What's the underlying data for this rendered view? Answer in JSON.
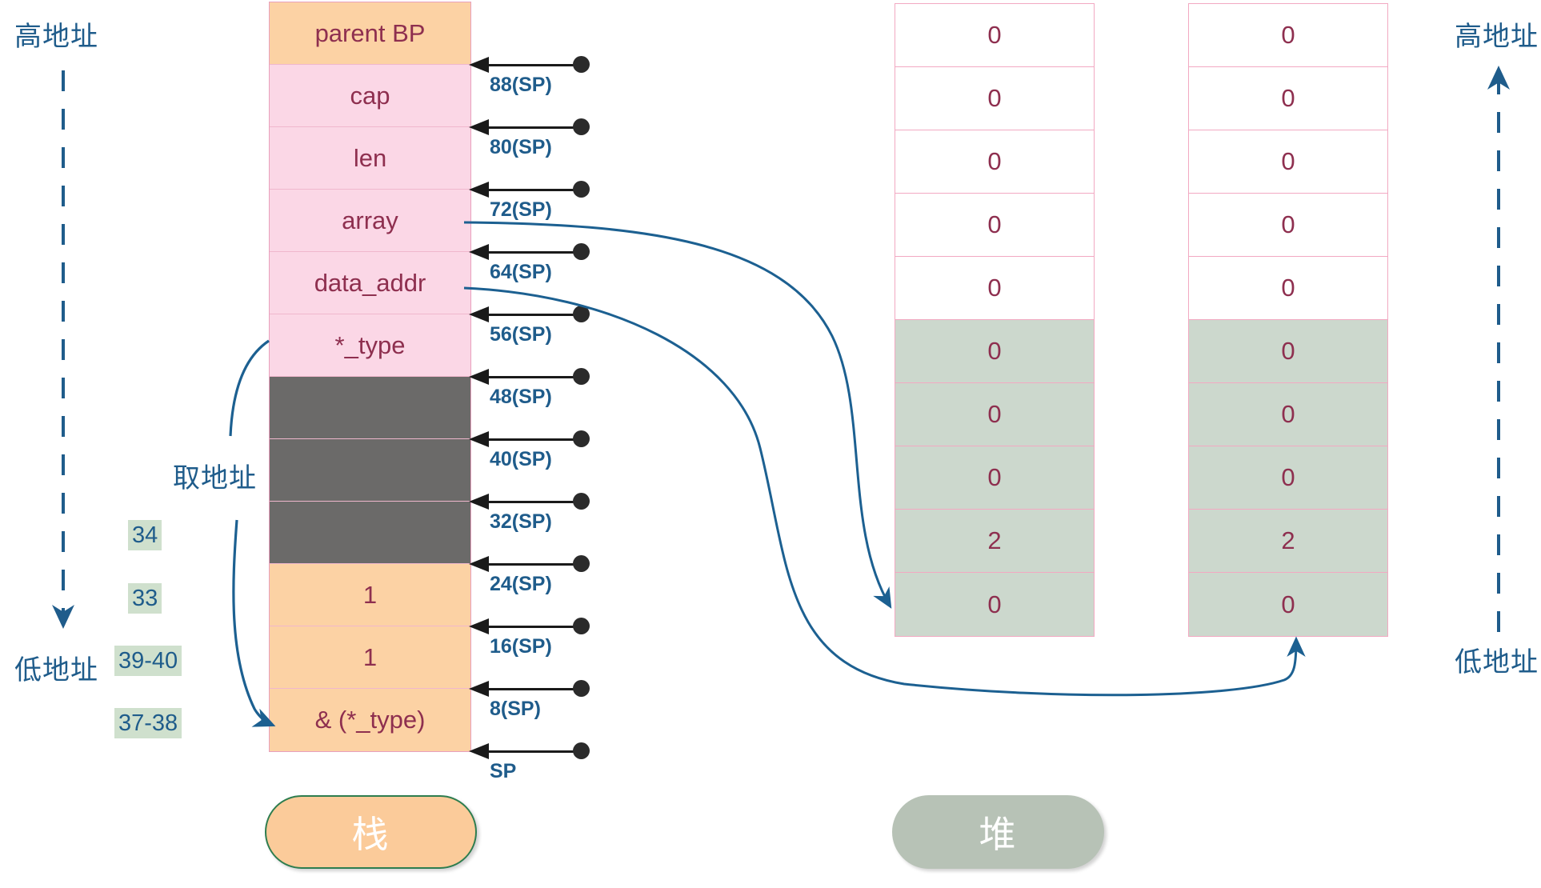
{
  "axes": {
    "left": {
      "high_label": "高地址",
      "low_label": "低地址",
      "direction": "down"
    },
    "right": {
      "high_label": "高地址",
      "low_label": "低地址",
      "direction": "up"
    }
  },
  "annotations": {
    "take_address_label": "取地址",
    "line_numbers": [
      "34",
      "33",
      "39-40",
      "37-38"
    ]
  },
  "stack": {
    "title": "栈",
    "cells": [
      {
        "label": "parent BP",
        "fill": "orange"
      },
      {
        "label": "cap",
        "fill": "pink"
      },
      {
        "label": "len",
        "fill": "pink"
      },
      {
        "label": "array",
        "fill": "pink"
      },
      {
        "label": "data_addr",
        "fill": "pink"
      },
      {
        "label": "*_type",
        "fill": "pink"
      },
      {
        "label": "",
        "fill": "gray"
      },
      {
        "label": "",
        "fill": "gray"
      },
      {
        "label": "",
        "fill": "gray"
      },
      {
        "label": "1",
        "fill": "orange"
      },
      {
        "label": "1",
        "fill": "orange"
      },
      {
        "label": "& (*_type)",
        "fill": "orange"
      }
    ],
    "sp_offsets": [
      "88(SP)",
      "80(SP)",
      "72(SP)",
      "64(SP)",
      "56(SP)",
      "48(SP)",
      "40(SP)",
      "32(SP)",
      "24(SP)",
      "16(SP)",
      "8(SP)",
      "SP"
    ]
  },
  "heap": {
    "title": "堆",
    "columns": [
      {
        "name": "heap-column-1",
        "cells": [
          {
            "value": "0",
            "filled": false
          },
          {
            "value": "0",
            "filled": false
          },
          {
            "value": "0",
            "filled": false
          },
          {
            "value": "0",
            "filled": false
          },
          {
            "value": "0",
            "filled": false
          },
          {
            "value": "0",
            "filled": true
          },
          {
            "value": "0",
            "filled": true
          },
          {
            "value": "0",
            "filled": true
          },
          {
            "value": "2",
            "filled": true
          },
          {
            "value": "0",
            "filled": true
          }
        ]
      },
      {
        "name": "heap-column-2",
        "cells": [
          {
            "value": "0",
            "filled": false
          },
          {
            "value": "0",
            "filled": false
          },
          {
            "value": "0",
            "filled": false
          },
          {
            "value": "0",
            "filled": false
          },
          {
            "value": "0",
            "filled": false
          },
          {
            "value": "0",
            "filled": true
          },
          {
            "value": "0",
            "filled": true
          },
          {
            "value": "0",
            "filled": true
          },
          {
            "value": "2",
            "filled": true
          },
          {
            "value": "0",
            "filled": true
          }
        ]
      }
    ]
  },
  "colors": {
    "accent_blue": "#1f5c8b",
    "arrow_blue": "#1c6091",
    "text_maroon": "#8e2f4f",
    "pink_border": "#f2a9c2",
    "pink_fill": "#fbd7e6",
    "orange_fill": "#fcd2a4",
    "gray_fill": "#6b6a69",
    "heap_fill": "#ccd8cd",
    "chip_green": "#cfe0cd"
  }
}
